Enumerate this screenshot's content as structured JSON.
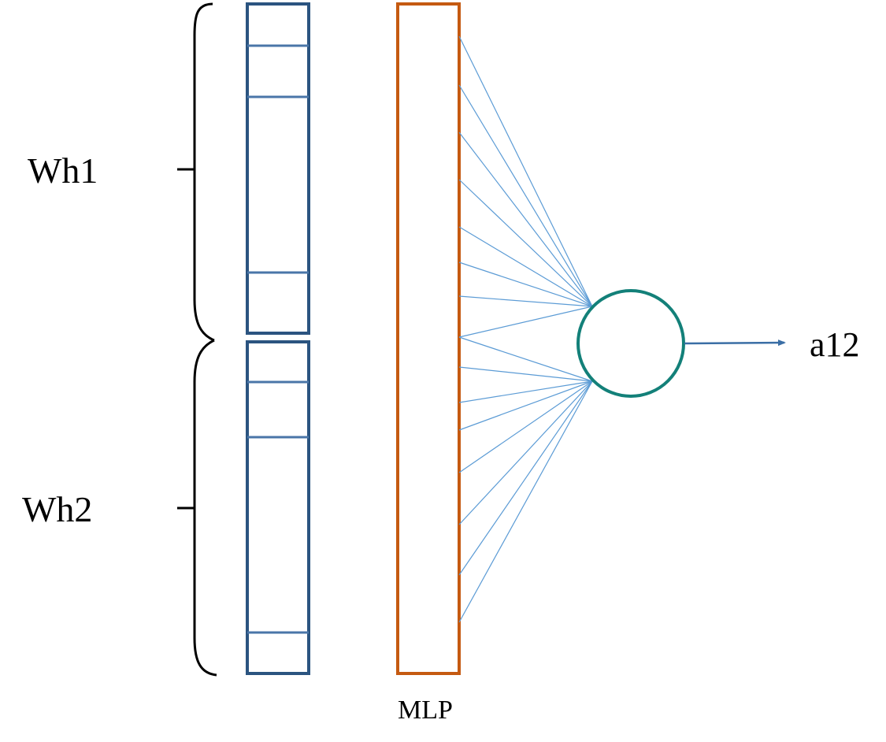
{
  "labels": {
    "group_top": "Wh1",
    "group_bottom": "Wh2",
    "mlp": "MLP",
    "output": "a12"
  },
  "colors": {
    "vector_stroke": "#2b5480",
    "vector_divider": "#4a76a8",
    "mlp_stroke": "#c55a11",
    "connection": "#5b9bd5",
    "neuron_stroke": "#138079",
    "arrow": "#3a6ea5",
    "brace": "#000000",
    "background": "#ffffff"
  }
}
